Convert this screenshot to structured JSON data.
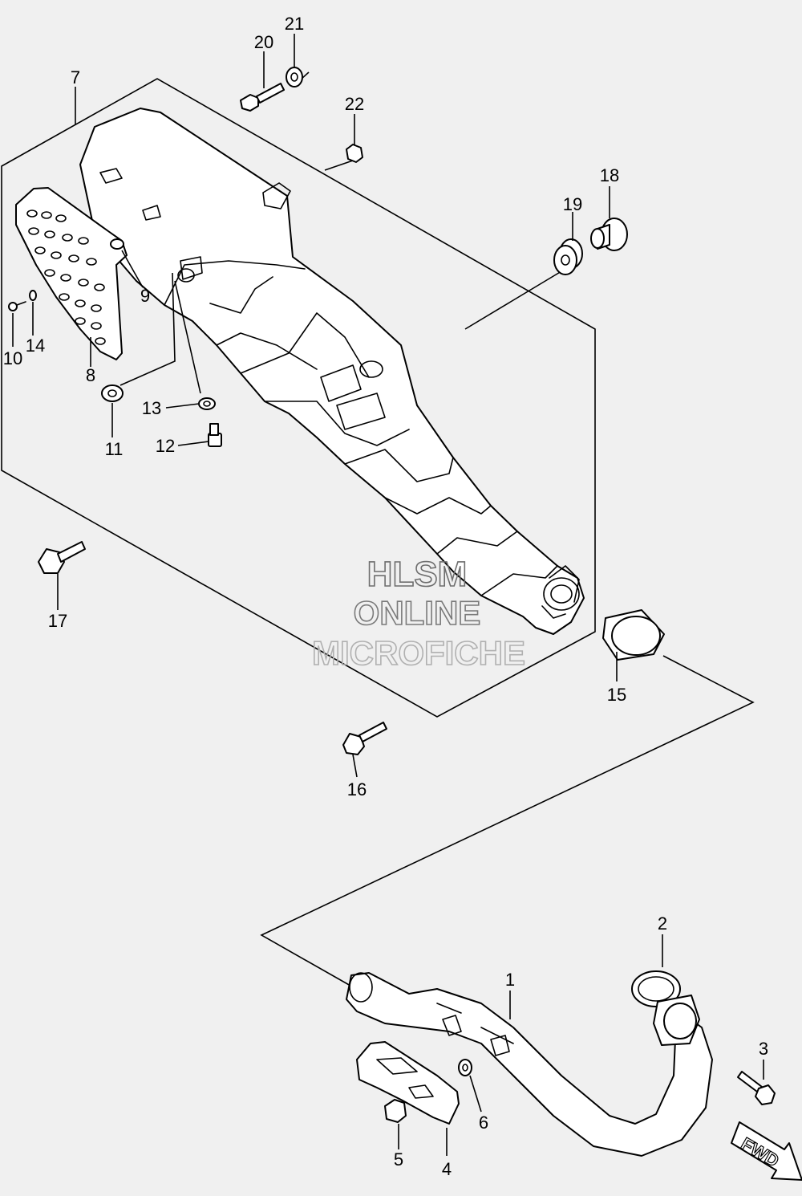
{
  "callouts": [
    {
      "id": "1",
      "label": "1"
    },
    {
      "id": "2",
      "label": "2"
    },
    {
      "id": "3",
      "label": "3"
    },
    {
      "id": "4",
      "label": "4"
    },
    {
      "id": "5",
      "label": "5"
    },
    {
      "id": "6",
      "label": "6"
    },
    {
      "id": "7",
      "label": "7"
    },
    {
      "id": "8",
      "label": "8"
    },
    {
      "id": "9",
      "label": "9"
    },
    {
      "id": "10",
      "label": "10"
    },
    {
      "id": "11",
      "label": "11"
    },
    {
      "id": "12",
      "label": "12"
    },
    {
      "id": "13",
      "label": "13"
    },
    {
      "id": "14",
      "label": "14"
    },
    {
      "id": "15",
      "label": "15"
    },
    {
      "id": "16",
      "label": "16"
    },
    {
      "id": "17",
      "label": "17"
    },
    {
      "id": "18",
      "label": "18"
    },
    {
      "id": "19",
      "label": "19"
    },
    {
      "id": "20",
      "label": "20"
    },
    {
      "id": "21",
      "label": "21"
    },
    {
      "id": "22",
      "label": "22"
    }
  ],
  "watermark": {
    "line1": "HLSM",
    "line2": "ONLINE",
    "line3": "MICROFICHE"
  },
  "direction_arrow": {
    "label": "FWD"
  },
  "colors": {
    "background": "#f0f0f0",
    "line": "#000000",
    "part_fill": "#ffffff",
    "watermark": "#8a8a8a"
  }
}
